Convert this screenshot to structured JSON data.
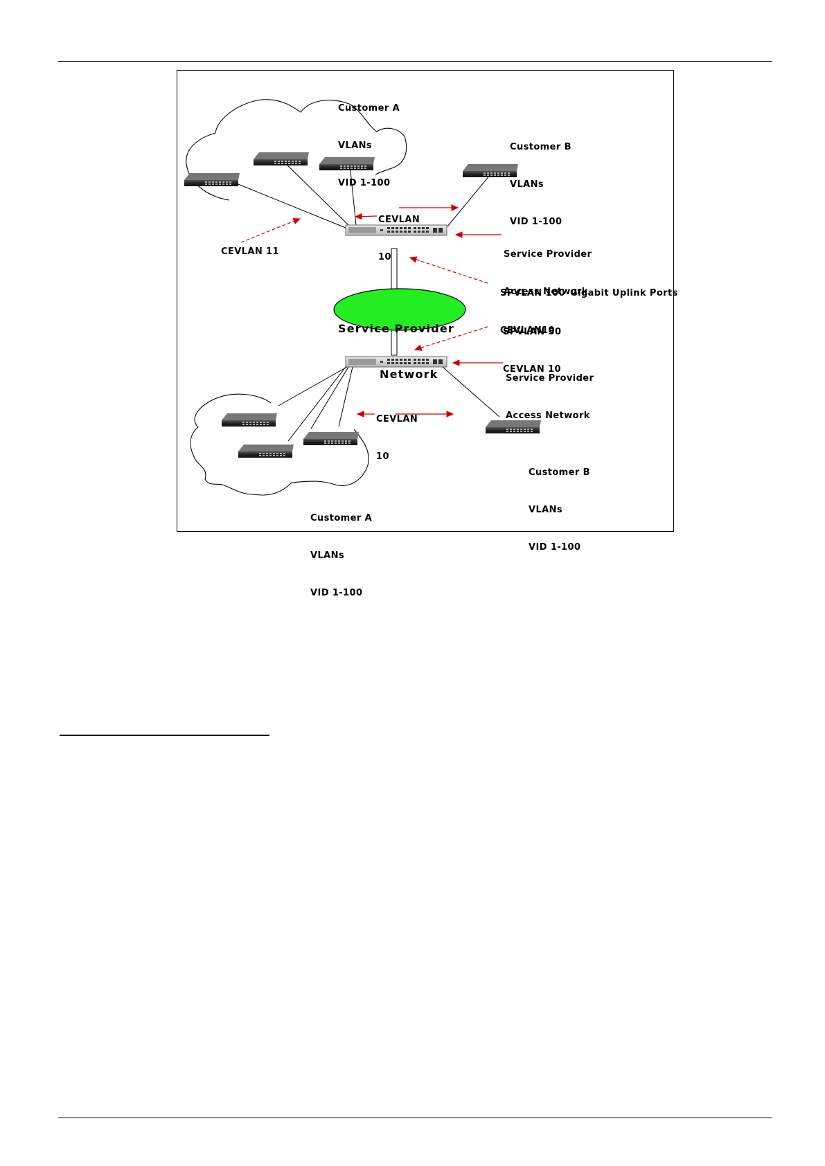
{
  "diagram": {
    "labels": {
      "customer_a_top": [
        "Customer A",
        "VLANs",
        "VID 1-100"
      ],
      "customer_b_top": [
        "Customer B",
        "VLANs",
        "VID 1-100"
      ],
      "cevlan_10_top": [
        "CEVLAN",
        "10"
      ],
      "cevlan_11": "CEVLAN 11",
      "sp_access_top": [
        "Service Provider",
        "Access Network"
      ],
      "spvlan_100": [
        "SPVLAN 100",
        "CEVLAN10"
      ],
      "gigabit_uplink": "Gigabit Uplink Ports",
      "spvlan_50": [
        "SPVLAN 50",
        "CEVLAN 10"
      ],
      "sp_network": [
        "Service Provider",
        "Network"
      ],
      "sp_access_bottom": [
        "Service Provider",
        "Access Network"
      ],
      "cevlan_10_bottom": [
        "CEVLAN",
        "10"
      ],
      "customer_b_bottom": [
        "Customer B",
        "VLANs",
        "VID 1-100"
      ],
      "customer_a_bottom": [
        "Customer A",
        "VLANs",
        "VID 1-100"
      ]
    },
    "colors": {
      "arrow": "#cc0000",
      "network_ellipse": "#22ee22",
      "switch_body": "#2a2a2a",
      "line": "#000000"
    },
    "icons": [
      "network-switch-icon",
      "cloud-outline"
    ]
  }
}
